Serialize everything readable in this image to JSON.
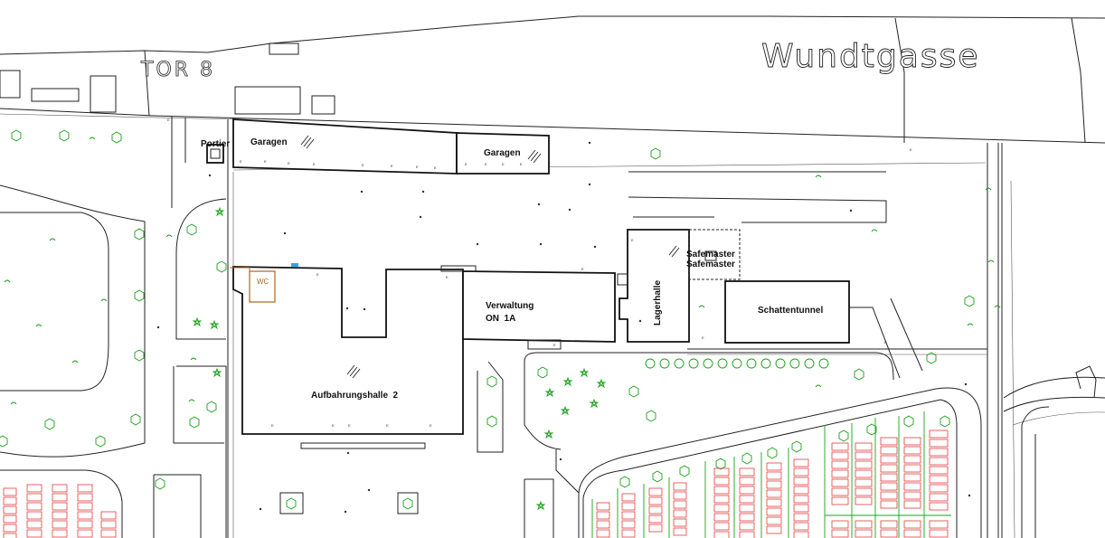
{
  "street": {
    "name": "Wundtgasse"
  },
  "gate": {
    "name": "TOR 8"
  },
  "buildings": {
    "portier": "Portier",
    "garagen_1": "Garagen",
    "garagen_2": "Garagen",
    "wc": "WC",
    "verwaltung_1": "Verwaltung",
    "verwaltung_2": "ON  1A",
    "lagerhalle": "Lagerhalle",
    "safemaster_1": "Safemaster",
    "safemaster_2": "Safemaster",
    "schattentunnel": "Schattentunnel",
    "aufbahrungshalle": "Aufbahrungshalle  2"
  },
  "colors": {
    "vegetation": "#1aa01a",
    "graves": "#dd2222",
    "wc": "#b0641a",
    "lines": "#222222"
  }
}
